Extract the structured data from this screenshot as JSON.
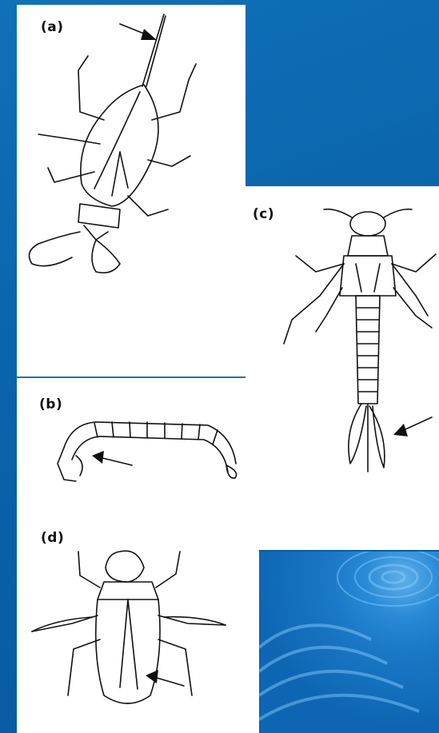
{
  "figure": {
    "labels": {
      "a": "(a)",
      "b": "(b)",
      "c": "(c)",
      "d": "(d)"
    }
  },
  "colors": {
    "background": "#0a63aa",
    "panel": "#ffffff",
    "ink": "#111111",
    "divider": "#1f6fae"
  }
}
